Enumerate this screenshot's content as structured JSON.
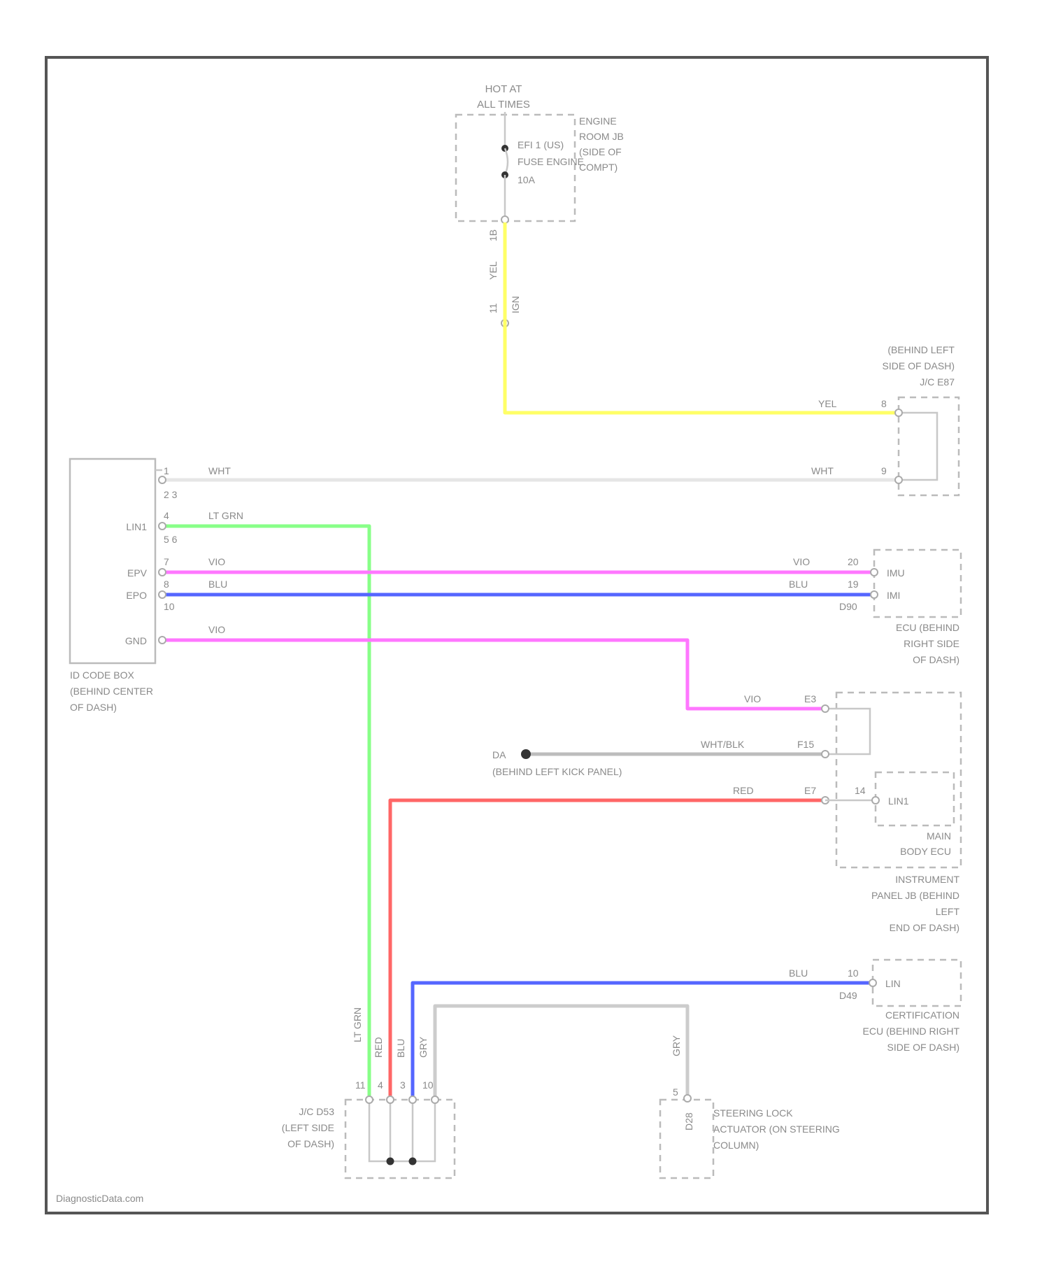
{
  "colors": {
    "yel": "#ffff66",
    "wht": "#e6e6e6",
    "lt_grn": "#88ff88",
    "vio": "#ff77ff",
    "blu": "#5566ff",
    "red": "#ff6666",
    "gry": "#cccccc",
    "wht_blk": "#bdbdbd",
    "frame": "#555555"
  },
  "power": {
    "hot_at": "HOT AT",
    "all_times": "ALL TIMES",
    "fuse_name": "EFI 1 (US)",
    "fuse_line2": "FUSE ENGINE",
    "fuse_amp": "10A",
    "jb_line1": "ENGINE",
    "jb_line2": "ROOM JB",
    "jb_line3": "(SIDE OF",
    "jb_line4": "COMPT)",
    "pin_out": "1B",
    "wire_color_a": "YEL",
    "pin_conn": "11",
    "wire_color_b": "IGN"
  },
  "junction_j2": {
    "line1": "(BEHIND LEFT",
    "line2": "SIDE OF DASH)",
    "name": "J/C E87",
    "wire_top": "YEL",
    "pin_top": "8",
    "wire_bottom": "WHT",
    "pin_bottom": "9"
  },
  "id_code_box": {
    "pins": {
      "p1": "1",
      "p2": "2 3",
      "p4": "4",
      "p56": "5 6",
      "p7": "7",
      "p8": "8",
      "p10": "10"
    },
    "labels": {
      "lin1": "LIN1",
      "epv": "EPV",
      "epo": "EPO",
      "gnd": "GND"
    },
    "name_line1": "ID CODE BOX",
    "name_line2": "(BEHIND CENTER",
    "name_line3": "OF DASH)",
    "wire_wht": "WHT",
    "wire_lt_grn": "LT GRN",
    "wire_vio": "VIO",
    "wire_blu": "BLU",
    "wire_vio_gnd": "VIO"
  },
  "ecu": {
    "wire_vio": "VIO",
    "pin_vio": "20",
    "label_vio": "IMU",
    "wire_blu": "BLU",
    "pin_blu": "19",
    "label_blu": "IMI",
    "conn": "D90",
    "name_line1": "ECU (BEHIND",
    "name_line2": "RIGHT SIDE",
    "name_line3": "OF DASH)"
  },
  "instrument_jb": {
    "wire_vio": "VIO",
    "pin_vio": "E3",
    "wire_wht_blk": "WHT/BLK",
    "pin_wht_blk": "F15",
    "ground_id": "DA",
    "ground_desc": "(BEHIND LEFT KICK PANEL)",
    "wire_red": "RED",
    "pin_red": "E7",
    "pin_14": "14",
    "label_lin1": "LIN1",
    "main_line1": "MAIN",
    "main_line2": "BODY ECU",
    "name_line1": "INSTRUMENT",
    "name_line2": "PANEL JB (BEHIND",
    "name_line3": "LEFT",
    "name_line4": "END OF DASH)"
  },
  "certification_ecu": {
    "wire_blu": "BLU",
    "pin": "10",
    "label": "LIN",
    "conn": "D49",
    "name_line1": "CERTIFICATION",
    "name_line2": "ECU (BEHIND RIGHT",
    "name_line3": "SIDE OF DASH)"
  },
  "jc_d53": {
    "wires": [
      "LT GRN",
      "RED",
      "BLU",
      "GRY"
    ],
    "pins": [
      "11",
      "4",
      "3",
      "10"
    ],
    "name_line1": "J/C D53",
    "name_line2": "(LEFT SIDE",
    "name_line3": "OF DASH)"
  },
  "steering_lock": {
    "wire": "GRY",
    "pin": "5",
    "conn": "D28",
    "name_line1": "STEERING LOCK",
    "name_line2": "ACTUATOR (ON STEERING",
    "name_line3": "COLUMN)"
  },
  "watermark": "DiagnosticData.com"
}
